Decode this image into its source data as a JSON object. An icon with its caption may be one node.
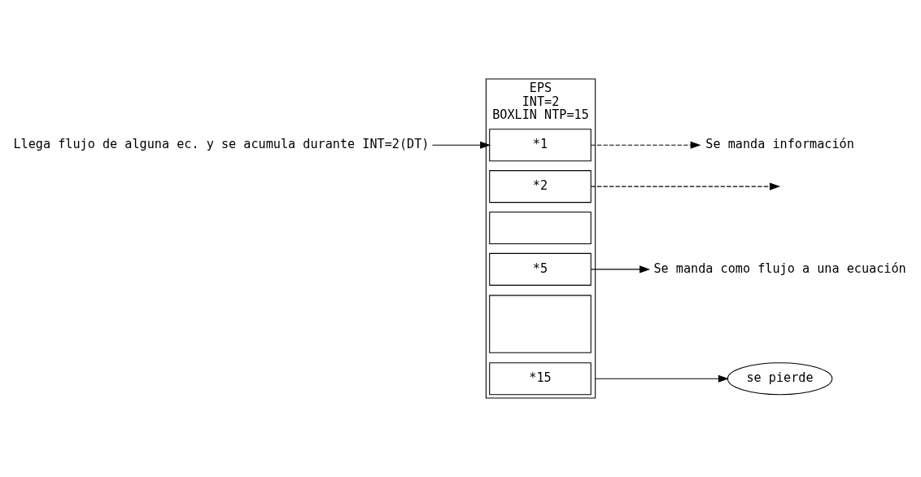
{
  "diagram": {
    "nodes": [
      {
        "text": [
          "EPS",
          "INT=2",
          "BOXLIN NTP=15"
        ]
      },
      {
        "text": [
          "*1"
        ],
        "in": 0
      },
      {
        "text": [
          "*2"
        ],
        "in": 0
      },
      {
        "text": [],
        "shape": "box",
        "in": 0
      },
      {
        "text": [
          "*5"
        ],
        "in": 0
      },
      {
        "text": [],
        "shape": "box",
        "in": 0
      },
      {
        "text": [
          "*15"
        ],
        "in": 0
      },
      {
        "text": [
          "Llega flujo de alguna ec. y se acumula durante INT=2(DT)"
        ]
      },
      {
        "text": [
          "Se manda información"
        ]
      },
      {
        "text": [
          "Se manda como flujo a una ecuación"
        ]
      },
      {
        "text": [
          "se pierde"
        ]
      }
    ],
    "edges": [
      {
        "from": 7,
        "to": 1,
        "arrow": "to"
      },
      {
        "from": 1,
        "to": 8,
        "arrow": "to",
        "style": "dashed"
      },
      {
        "from": 2,
        "to": null,
        "arrow": "to",
        "style": "dashed"
      },
      {
        "from": 4,
        "to": 9,
        "arrow": "to"
      },
      {
        "from": 0,
        "to": 10,
        "arrow": "to"
      }
    ]
  }
}
